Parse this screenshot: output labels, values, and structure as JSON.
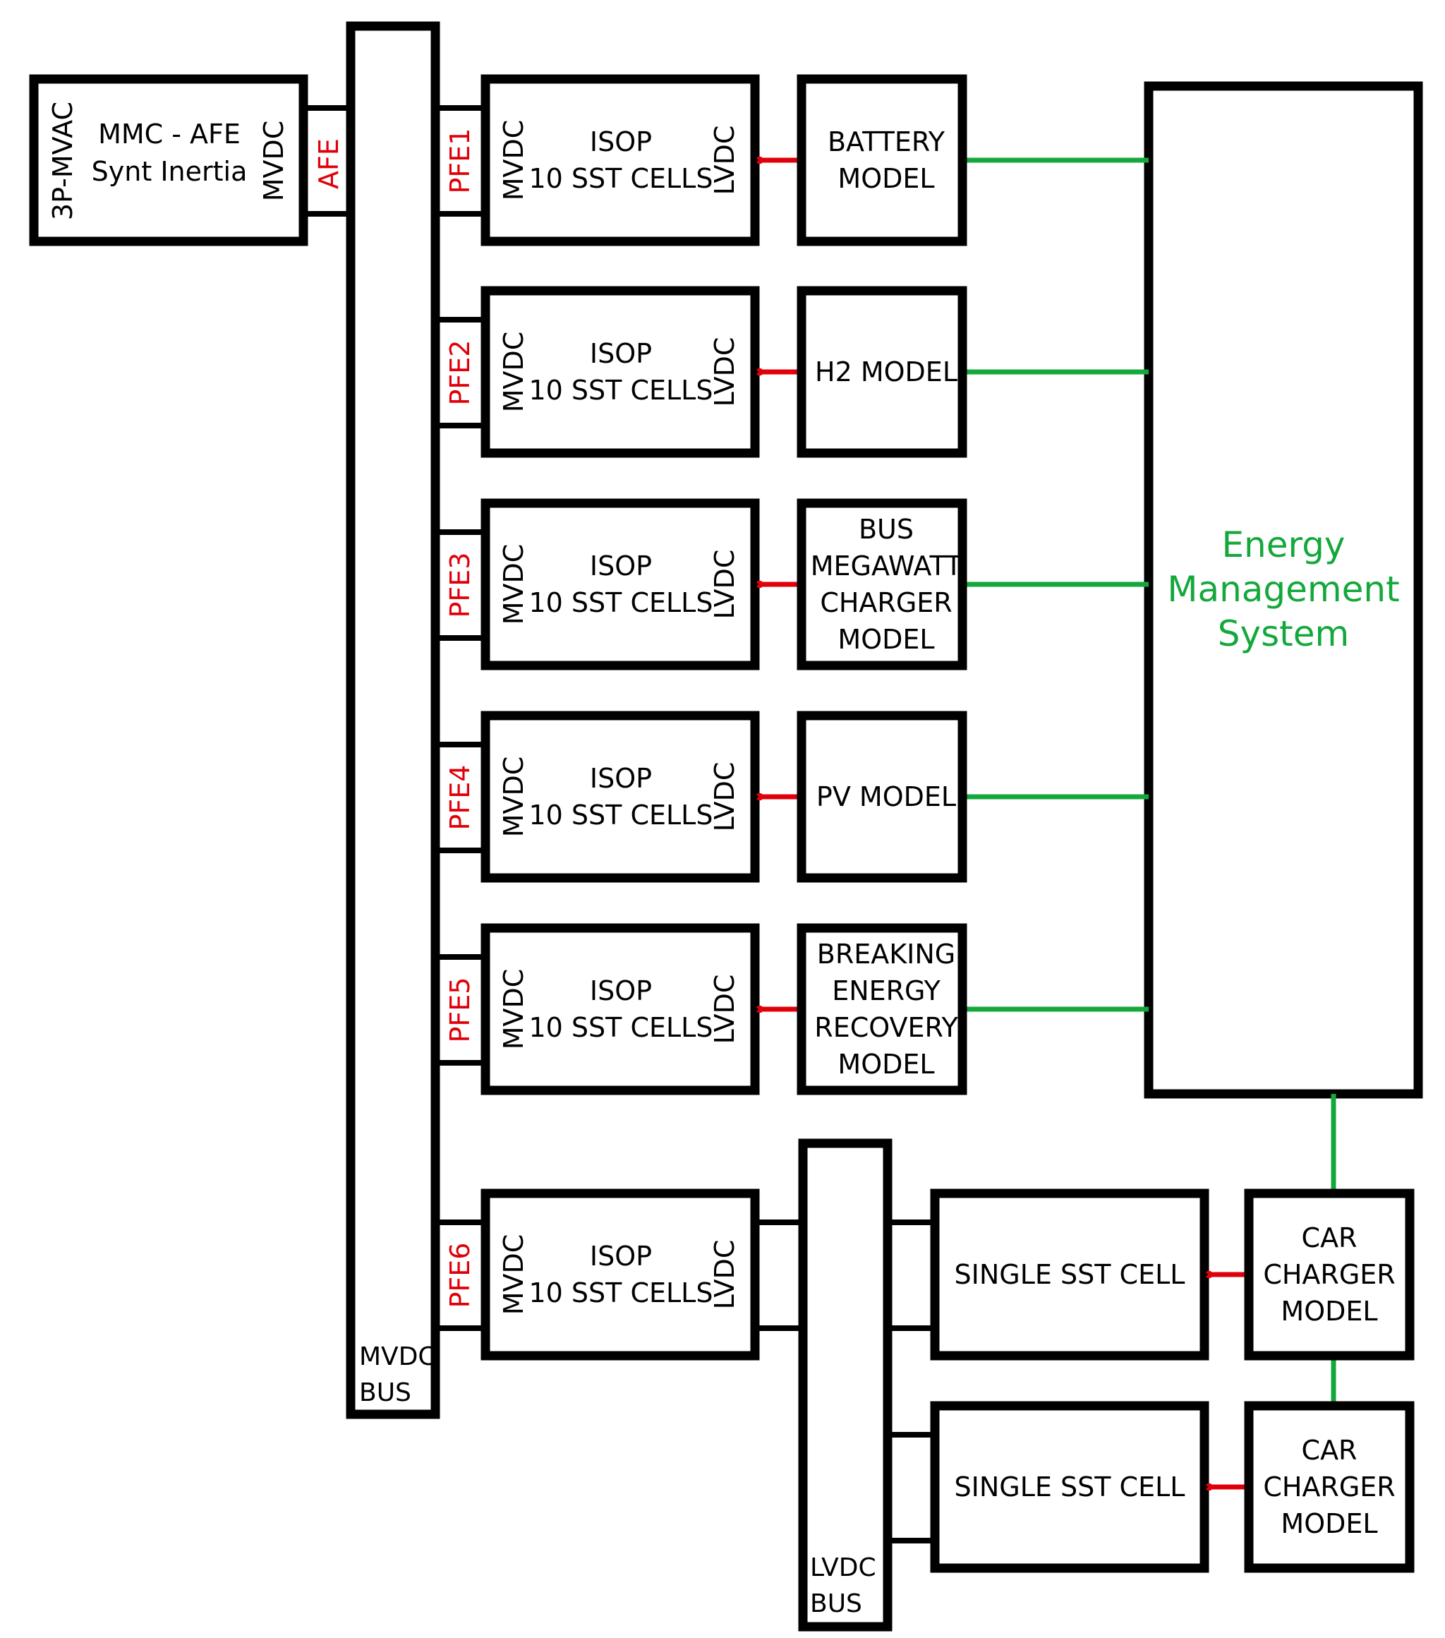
{
  "colors": {
    "line": "#000000",
    "control": "#14a83c",
    "power_flow": "#e0000a"
  },
  "afe_block": {
    "lines": [
      "MMC - AFE",
      "Synt Inertia"
    ],
    "left_label": "3P-MVAC",
    "right_label": "MVDC"
  },
  "afe_label": "AFE",
  "mvdc_bus": {
    "lines": [
      "MVDC",
      "BUS"
    ]
  },
  "lvdc_bus": {
    "lines": [
      "LVDC",
      "BUS"
    ]
  },
  "pfe_units": [
    {
      "pfe": "PFE1",
      "left": "MVDC",
      "lines": [
        "ISOP",
        "10 SST CELLS"
      ],
      "right": "LVDC"
    },
    {
      "pfe": "PFE2",
      "left": "MVDC",
      "lines": [
        "ISOP",
        "10 SST CELLS"
      ],
      "right": "LVDC"
    },
    {
      "pfe": "PFE3",
      "left": "MVDC",
      "lines": [
        "ISOP",
        "10 SST CELLS"
      ],
      "right": "LVDC"
    },
    {
      "pfe": "PFE4",
      "left": "MVDC",
      "lines": [
        "ISOP",
        "10 SST CELLS"
      ],
      "right": "LVDC"
    },
    {
      "pfe": "PFE5",
      "left": "MVDC",
      "lines": [
        "ISOP",
        "10 SST CELLS"
      ],
      "right": "LVDC"
    },
    {
      "pfe": "PFE6",
      "left": "MVDC",
      "lines": [
        "ISOP",
        "10 SST CELLS"
      ],
      "right": "LVDC"
    }
  ],
  "source_models": [
    {
      "lines": [
        "BATTERY",
        "MODEL"
      ]
    },
    {
      "lines": [
        "H2 MODEL"
      ]
    },
    {
      "lines": [
        "BUS",
        "MEGAWATT",
        "CHARGER",
        "MODEL"
      ]
    },
    {
      "lines": [
        "PV MODEL"
      ]
    },
    {
      "lines": [
        "BREAKING",
        "ENERGY",
        "RECOVERY",
        "MODEL"
      ]
    }
  ],
  "ems": {
    "lines": [
      "Energy",
      "Management",
      "System"
    ]
  },
  "sst_cells": [
    {
      "lines": [
        "SINGLE SST CELL"
      ]
    },
    {
      "lines": [
        "SINGLE SST CELL"
      ]
    }
  ],
  "car_chargers": [
    {
      "lines": [
        "CAR",
        "CHARGER",
        "MODEL"
      ]
    },
    {
      "lines": [
        "CAR",
        "CHARGER",
        "MODEL"
      ]
    }
  ]
}
